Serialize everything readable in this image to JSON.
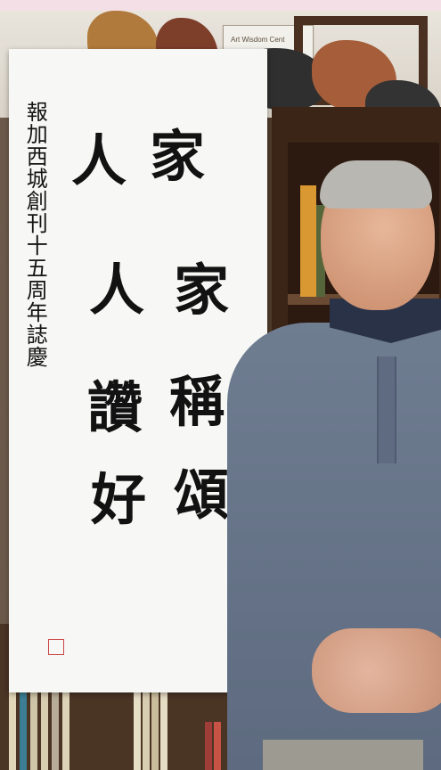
{
  "image": {
    "sign_text": "Art Wisdom Cent",
    "calligraphy_main": [
      "家",
      "人",
      "家",
      "人",
      "稱",
      "讚",
      "頌",
      "好"
    ],
    "calligraphy_inscription": "報加西城創刊十五周年誌慶"
  }
}
